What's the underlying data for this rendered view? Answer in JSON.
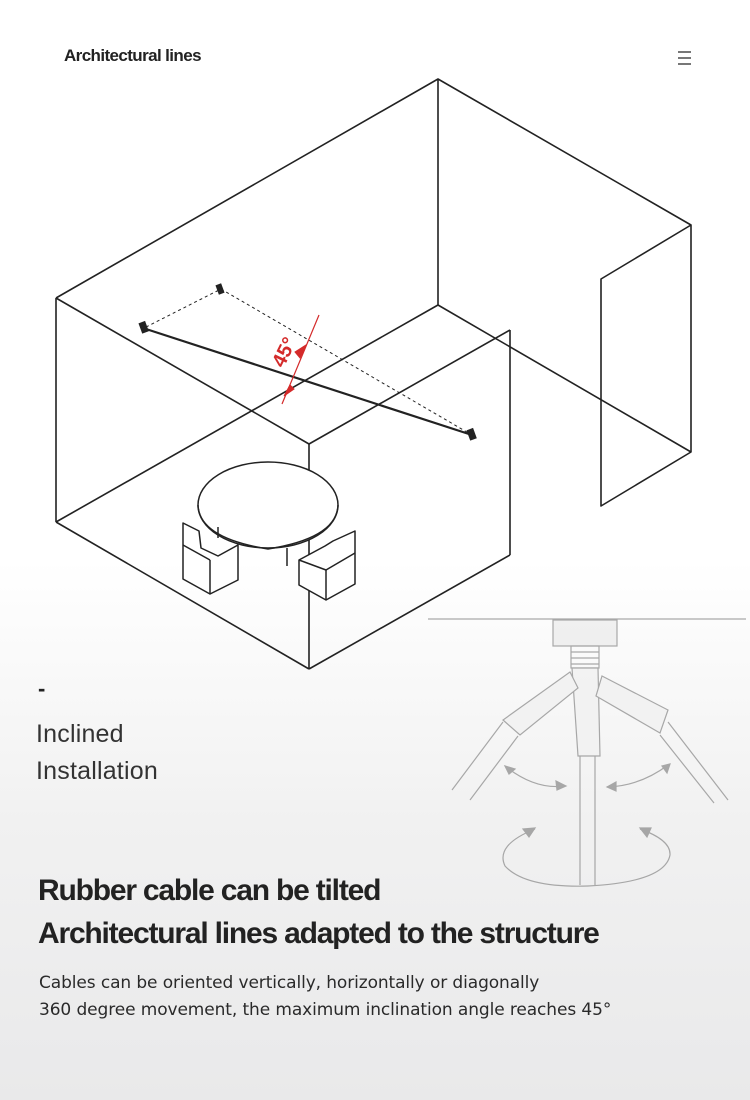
{
  "header": {
    "title": "Architectural lines",
    "menu_icon": "hamburger-menu-icon"
  },
  "illustration": {
    "angle_label": "45°",
    "accent_color": "#d42a2a"
  },
  "section": {
    "dash": "-",
    "subtitle_lines": [
      "Inclined",
      "Installation"
    ]
  },
  "headline": {
    "lines": [
      "Rubber cable can be tilted",
      "Architectural lines adapted to the structure"
    ]
  },
  "description": {
    "lines": [
      "Cables can be oriented vertically, horizontally or diagonally",
      "360 degree movement, the maximum inclination angle reaches 45°"
    ]
  }
}
